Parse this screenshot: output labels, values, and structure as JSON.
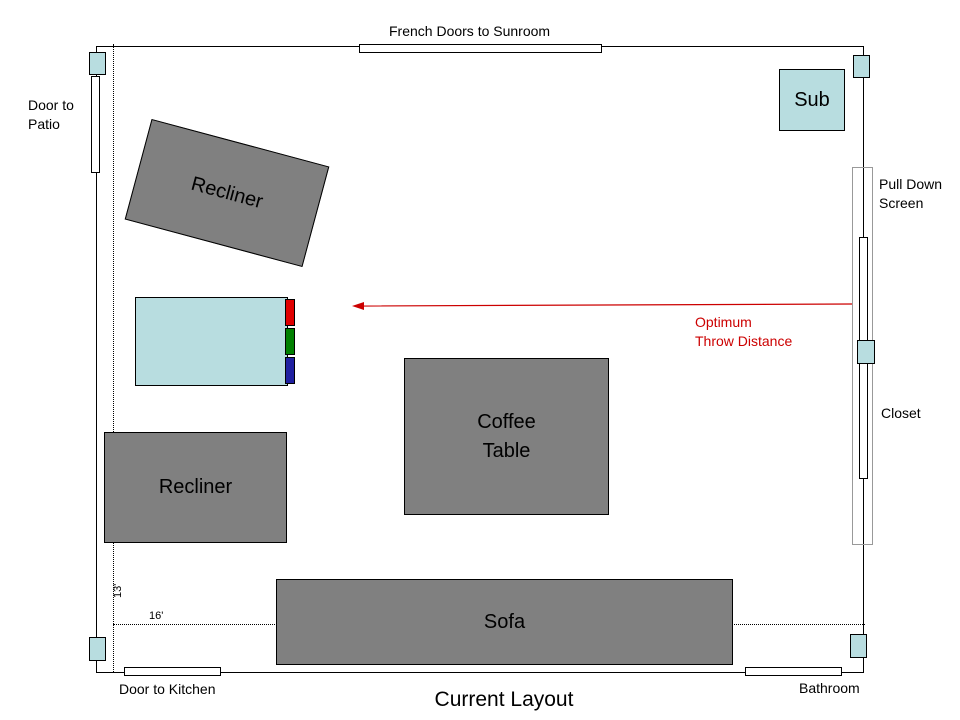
{
  "labels": {
    "french_doors": "French Doors to Sunroom",
    "door_patio": "Door to\nPatio",
    "pull_down_screen": "Pull Down\nScreen",
    "optimum_throw": "Optimum\nThrow Distance",
    "closet": "Closet",
    "door_kitchen": "Door to Kitchen",
    "bathroom": "Bathroom",
    "title": "Current Layout",
    "dim_13": "13'",
    "dim_16": "16'"
  },
  "furniture": {
    "sub": "Sub",
    "recliner_top": "Recliner",
    "recliner_bottom": "Recliner",
    "coffee_table": "Coffee\nTable",
    "sofa": "Sofa"
  },
  "colors": {
    "furniture": "#808080",
    "speaker": "#b8dde0",
    "throw_arrow": "#cc0000",
    "projector_red": "#e00000",
    "projector_green": "#008000",
    "projector_blue": "#2020a0"
  }
}
